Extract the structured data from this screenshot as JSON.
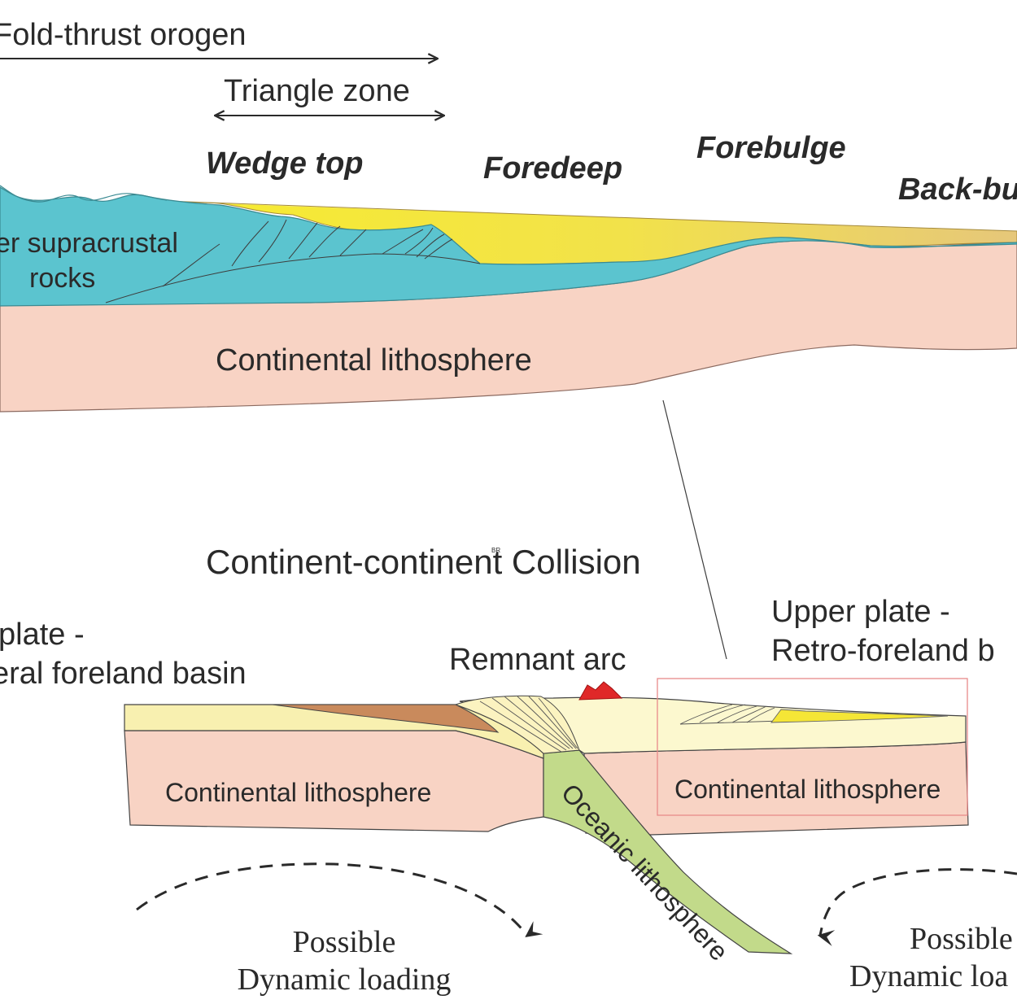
{
  "top_section": {
    "orogen_label": "Fold-thrust orogen",
    "triangle_label": "Triangle zone",
    "zones": {
      "wedge_top": "Wedge top",
      "foredeep": "Foredeep",
      "forebulge": "Forebulge",
      "back_bulge": "Back-bu"
    },
    "rocks_line1": "er supracrustal",
    "rocks_line2": "rocks",
    "lithosphere": "Continental lithosphere"
  },
  "bottom_section": {
    "title": "Continent-continent Collision",
    "watermark": "BR",
    "left_plate_line1": "plate -",
    "left_plate_line2": "eral foreland basin",
    "remnant_arc": "Remnant arc",
    "right_plate_line1": "Upper plate -",
    "right_plate_line2": "Retro-foreland b",
    "left_lithosphere": "Continental lithosphere",
    "right_lithosphere": "Continental lithosphere",
    "oceanic": "Oceanic lithosphere",
    "loading_left_line1": "Possible",
    "loading_left_line2": "Dynamic loading",
    "loading_right_line1": "Possible",
    "loading_right_line2": "Dynamic loa"
  },
  "colors": {
    "cyan": "#5bc4cf",
    "yellow": "#f5e636",
    "salmon": "#f8d3c4",
    "cream": "#fcf8cf",
    "light_yellow": "#f8f0b0",
    "brown": "#c98a5c",
    "green": "#c2da8a",
    "red_arc": "#e02828",
    "box_outline": "#e88a8a",
    "ink": "#2a2a2a"
  }
}
